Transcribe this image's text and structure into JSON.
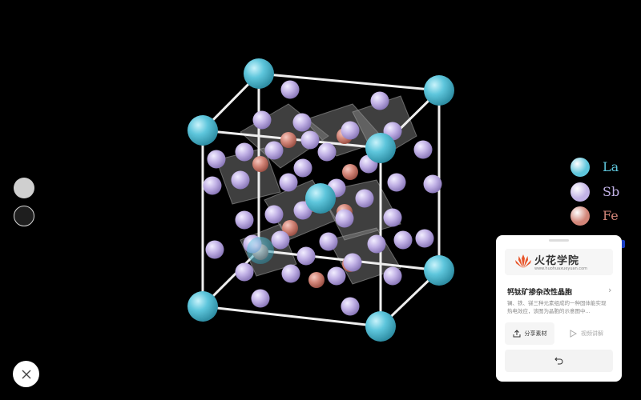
{
  "legend": [
    {
      "element": "La",
      "color": "#5ec6dc"
    },
    {
      "element": "Sb",
      "color": "#c2b2e6"
    },
    {
      "element": "Fe",
      "color": "#d28578"
    }
  ],
  "view_controls": {
    "light_background_icon": "circle-light-gray",
    "dark_background_icon": "circle-dark",
    "close_icon": "close-x"
  },
  "panel": {
    "brand_name": "火花学院",
    "brand_url": "www.huohuaxueyuan.com",
    "course_title": "钙钛矿掺杂改性晶胞",
    "course_description": "镧、铁、锑三种元素组成的一种固体能实现热电效应，该图为晶胞的示意图中...",
    "share_label": "分享素材",
    "video_label": "视频讲解",
    "share_icon": "share-upload-icon",
    "video_icon": "play-icon",
    "back_icon": "undo-icon"
  },
  "colors": {
    "background": "#000000",
    "la_atom": "#5ec6dc",
    "sb_atom": "#c2b2e6",
    "fe_atom": "#d28578",
    "bonds": "#eeeeee",
    "octahedra": "#8a8a8a",
    "brand_orange": "#e8552a"
  }
}
